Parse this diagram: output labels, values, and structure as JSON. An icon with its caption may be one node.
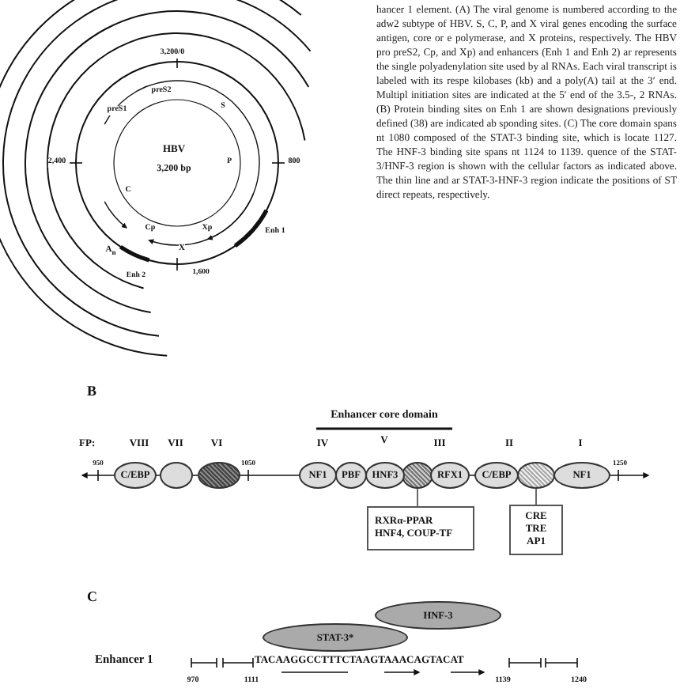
{
  "diagram": {
    "nodes": [
      {
        "text": [
          "C/EBP"
        ]
      },
      {
        "text": [],
        "shape": "ellipse"
      },
      {
        "text": [],
        "shape": "ellipse"
      },
      {
        "text": [
          "NF1"
        ]
      },
      {
        "text": [
          "PBF"
        ]
      },
      {
        "text": [
          "HNF3"
        ]
      },
      {
        "text": [],
        "shape": "ellipse"
      },
      {
        "text": [
          "RFX1"
        ]
      },
      {
        "text": [
          "C/EBP"
        ]
      },
      {
        "text": [],
        "shape": "ellipse"
      },
      {
        "text": [
          "NF1"
        ]
      },
      {
        "text": [
          "RXRα-PPAR HNF4, COUP-TF"
        ]
      },
      {
        "text": [
          "CRE TRE AP1"
        ]
      },
      {
        "text": [
          "HNF-3"
        ]
      },
      {
        "text": [
          "STAT-3*"
        ]
      }
    ],
    "edges": [
      {
        "from": 11,
        "to": 6,
        "arrow": "none"
      },
      {
        "from": 12,
        "to": 9,
        "arrow": "none"
      }
    ],
    "labels": [
      "hancer 1 element. (A) The viral genome is numbered according to the adw2 subtype of HBV. S, C, P, and X viral genes encoding the surface antigen, core or e polymerase, and X proteins, respectively. The HBV pro preS2, Cp, and Xp) and enhancers (Enh 1 and Enh 2) ar represents the single polyadenylation site used by al RNAs. Each viral transcript is labeled with its respe kilobases (kb) and a poly(A) tail at the 3′ end. Multipl initiation sites are indicated at the 5′ end of the 3.5-, 2 RNAs. (B) Protein binding sites on Enh 1 are shown designations previously defined (38) are indicated ab sponding sites. (C) The core domain spans nt 1080 composed of the STAT-3 binding site, which is locate 1127. The HNF-3 binding site spans nt 1124 to 1139. quence of the STAT-3/HNF-3 region is shown with the cellular factors as indicated above. The thin line and ar STAT-3-HNF-3 region indicate the positions of ST direct repeats, respectively.",
      "3,200/0",
      "preS2",
      "preS1",
      "S",
      "HBV",
      "2,400",
      "3,200 bp",
      "P",
      "800",
      "C",
      "Cp",
      "Xp",
      "Enh 1",
      "A$_{n}$",
      "X",
      "Enh 2",
      "1,600",
      "B",
      "Enhancer core domain",
      "FP:",
      "VIII",
      "VII",
      "VI",
      "IV",
      "V",
      "III",
      "II",
      "I",
      "950",
      "1050",
      "1250",
      "C",
      "Enhancer 1",
      "TACAAGGCCTTTCTAAGTAAACAGTACAT",
      "970",
      "1111",
      "1139",
      "1240"
    ]
  }
}
